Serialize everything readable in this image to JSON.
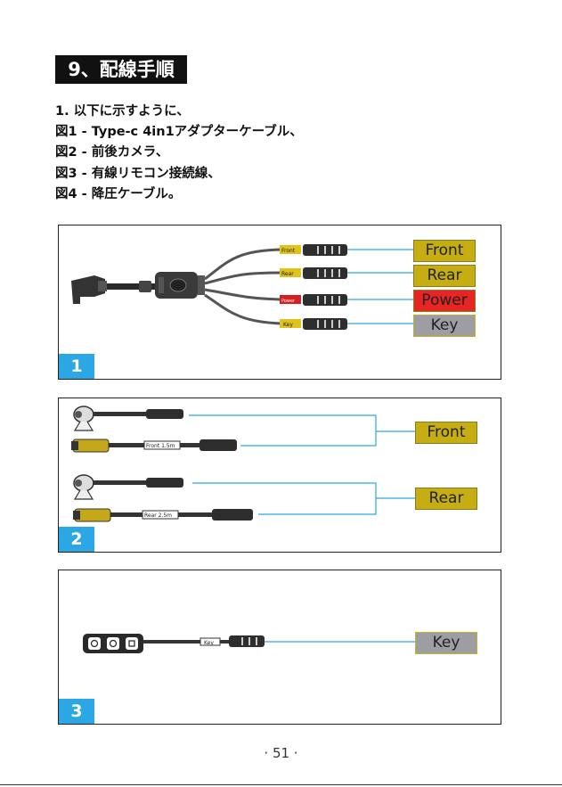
{
  "heading": "9、配線手順",
  "intro": [
    "1. 以下に示すように、",
    "図1 - Type-c 4in1アダプターケーブル、",
    "図2 - 前後カメラ、",
    "図3 - 有線リモコン接続線、",
    "図4 - 降圧ケーブル。"
  ],
  "panel1": {
    "number": "1",
    "labels": [
      "Front",
      "Rear",
      "Power",
      "Key"
    ],
    "cable_tags": [
      "Front",
      "Rear",
      "Power",
      "Key"
    ]
  },
  "panel2": {
    "number": "2",
    "labels": [
      "Front",
      "Rear"
    ],
    "cable_tags": [
      "Front 1.5m",
      "Rear 2.5m"
    ]
  },
  "panel3": {
    "number": "3",
    "labels": [
      "Key"
    ],
    "cable_tags": [
      "Key"
    ]
  },
  "page_number": "· 51 ·",
  "colors": {
    "accent_blue": "#2aa7e4",
    "label_yellow": "#c5ad12",
    "label_red": "#e82424",
    "label_grey": "#9c9ea3"
  }
}
